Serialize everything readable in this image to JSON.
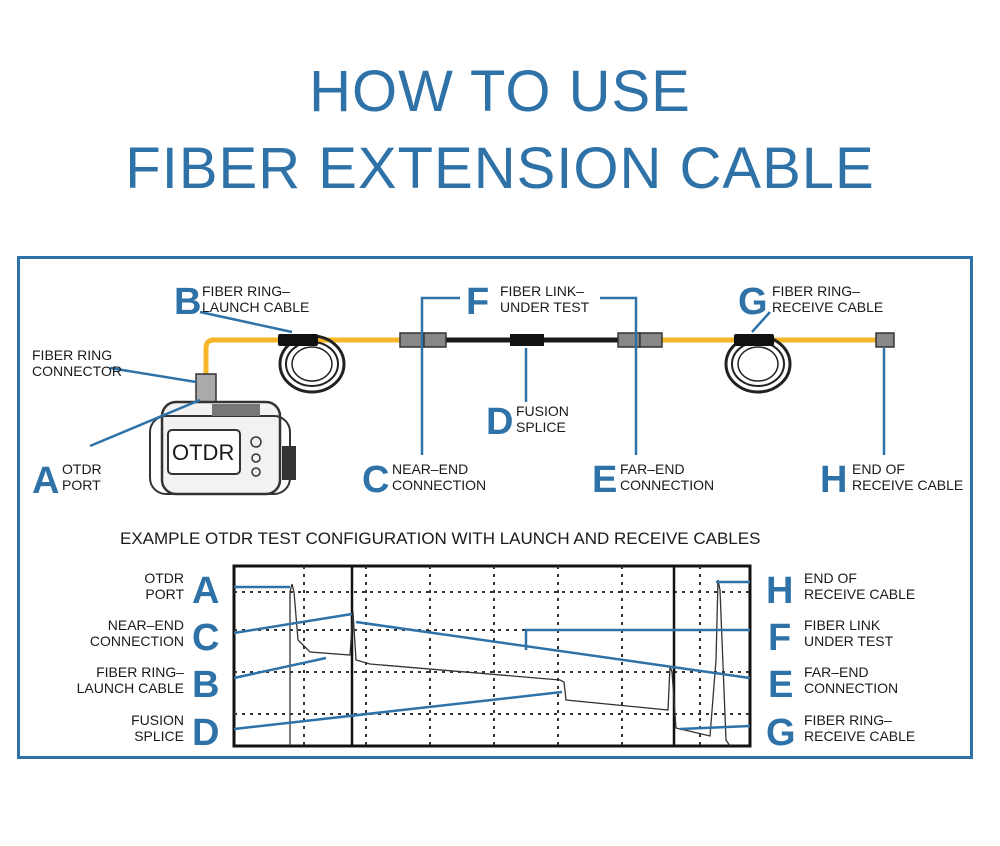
{
  "title": {
    "line1": "HOW TO USE",
    "line2": "FIBER EXTENSION CABLE"
  },
  "top_diagram": {
    "a": {
      "letter": "A",
      "line1": "OTDR",
      "line2": "PORT"
    },
    "b": {
      "letter": "B",
      "line1": "FIBER RING–",
      "line2": "LAUNCH CABLE"
    },
    "c": {
      "letter": "C",
      "line1": "NEAR–END",
      "line2": "CONNECTION"
    },
    "d": {
      "letter": "D",
      "line1": "FUSION",
      "line2": "SPLICE"
    },
    "e": {
      "letter": "E",
      "line1": "FAR–END",
      "line2": "CONNECTION"
    },
    "f": {
      "letter": "F",
      "line1": "FIBER LINK–",
      "line2": "UNDER TEST"
    },
    "g": {
      "letter": "G",
      "line1": "FIBER RING–",
      "line2": "RECEIVE CABLE"
    },
    "h": {
      "letter": "H",
      "line1": "END OF",
      "line2": "RECEIVE CABLE"
    },
    "connector": {
      "line1": "FIBER RING",
      "line2": "CONNECTOR"
    },
    "device_label": "OTDR"
  },
  "trace_section": {
    "heading": "EXAMPLE OTDR TEST CONFIGURATION WITH LAUNCH AND RECEIVE CABLES",
    "left": [
      {
        "letter": "A",
        "line1": "OTDR",
        "line2": "PORT"
      },
      {
        "letter": "C",
        "line1": "NEAR–END",
        "line2": "CONNECTION"
      },
      {
        "letter": "B",
        "line1": "FIBER RING–",
        "line2": "LAUNCH CABLE"
      },
      {
        "letter": "D",
        "line1": "FUSION",
        "line2": "SPLICE"
      }
    ],
    "right": [
      {
        "letter": "H",
        "line1": "END OF",
        "line2": "RECEIVE CABLE"
      },
      {
        "letter": "F",
        "line1": "FIBER LINK",
        "line2": "UNDER TEST"
      },
      {
        "letter": "E",
        "line1": "FAR–END",
        "line2": "CONNECTION"
      },
      {
        "letter": "G",
        "line1": "FIBER RING–",
        "line2": "RECEIVE CABLE"
      }
    ]
  },
  "colors": {
    "accent": "#2e72a8",
    "cable": "#f5b62a",
    "fiber": "#1a1a1a"
  }
}
